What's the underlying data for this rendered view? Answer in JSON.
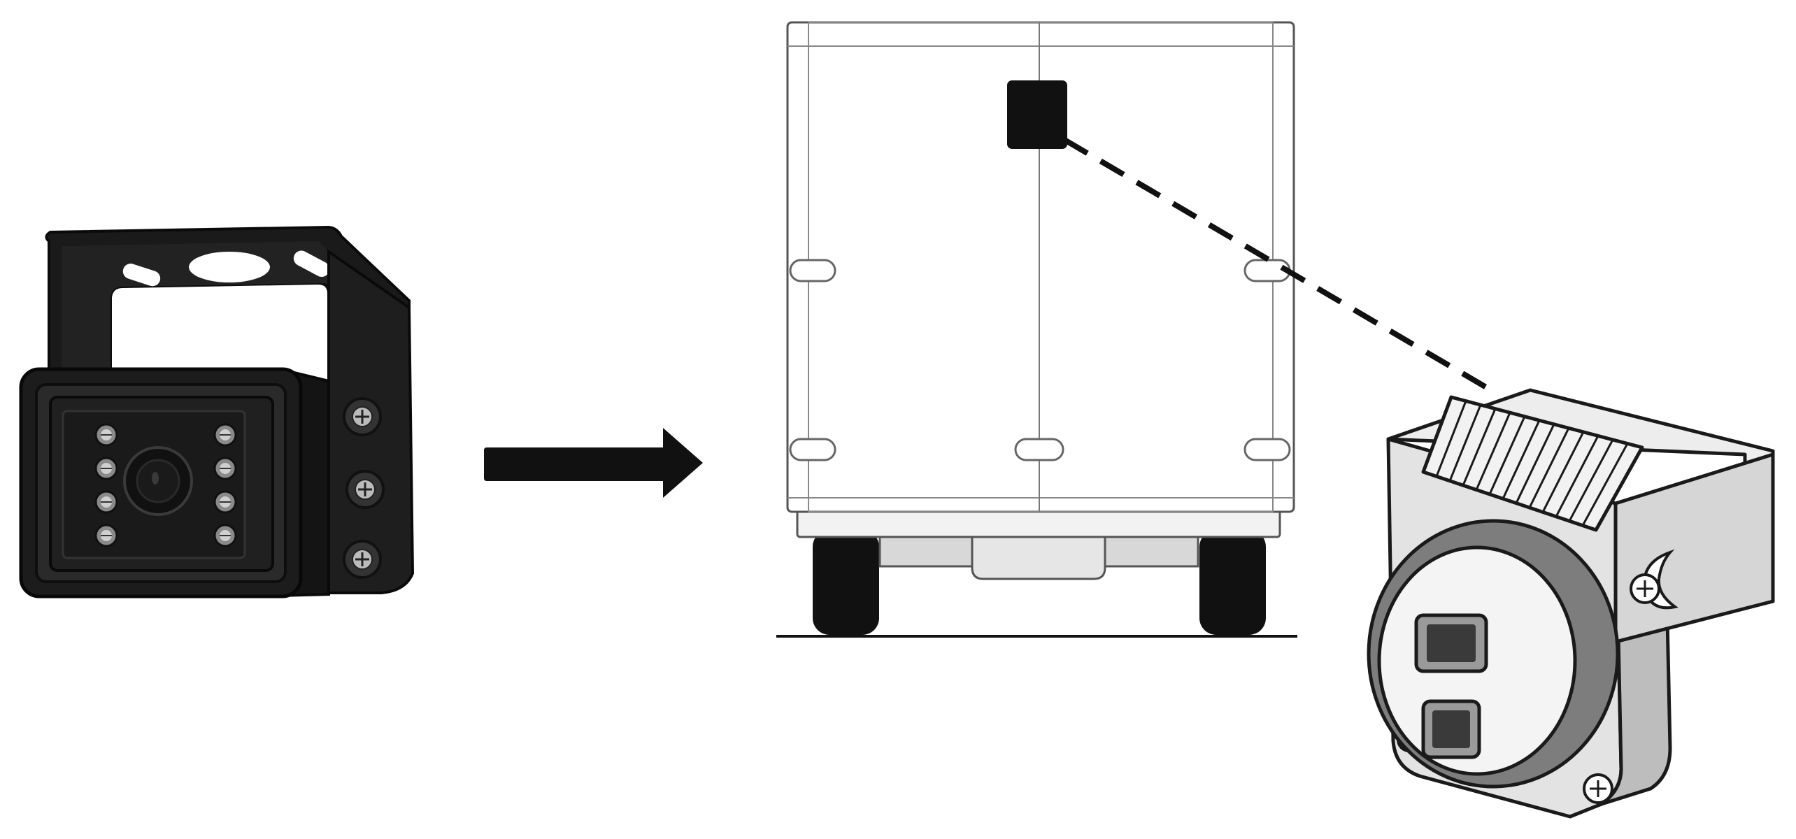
{
  "diagram": {
    "style": "monochrome line illustration",
    "colors": {
      "ink": "#111111",
      "camera_body": "#1c1c1c",
      "camera_bezel": "#2a2a2a",
      "truck_outline": "#555555",
      "camera_unit_light": "#e8e8e8",
      "camera_unit_mid": "#c8c8c8",
      "camera_unit_dark": "#7a7a7a",
      "background": "#ffffff"
    },
    "nodes": [
      {
        "id": "ir-camera",
        "label": "",
        "icon": "ir-backup-camera-icon"
      },
      {
        "id": "truck-rear",
        "label": "",
        "icon": "box-truck-rear-icon"
      },
      {
        "id": "mounted-unit",
        "label": "",
        "icon": "mounted-camera-unit-icon"
      }
    ],
    "edges": [
      {
        "from": "ir-camera",
        "to": "truck-rear",
        "style": "solid-arrow"
      },
      {
        "from": "truck-rear",
        "to": "mounted-unit",
        "style": "dashed-line"
      }
    ],
    "ir_led_count": 8
  }
}
